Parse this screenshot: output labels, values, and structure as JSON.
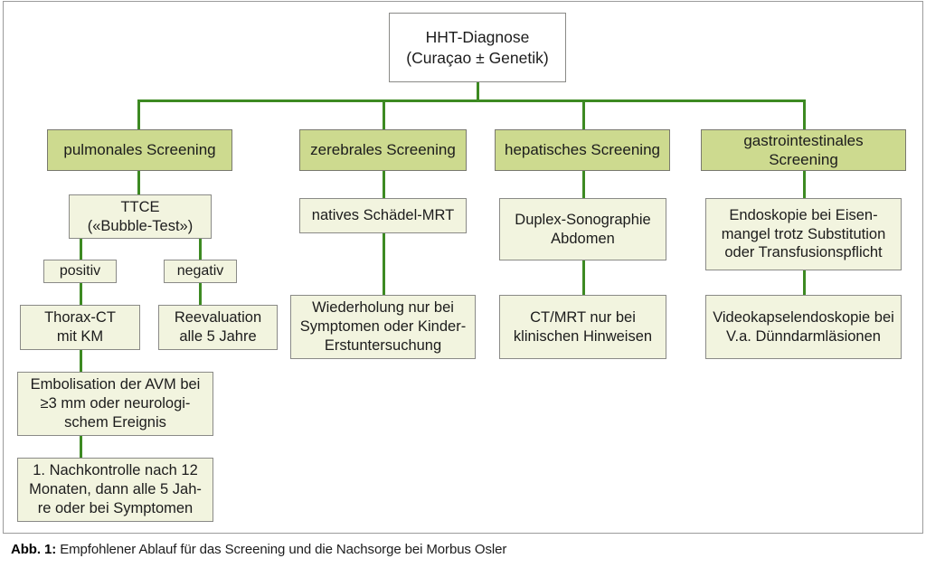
{
  "figure": {
    "caption_label": "Abb. 1:",
    "caption_text": "Empfohlener Ablauf für das Screening und die Nachsorge bei Morbus Osler",
    "colors": {
      "header_fill": "#cdda8f",
      "node_fill": "#f2f4df",
      "connector": "#3d8a22",
      "border": "#8a8a87",
      "frame": "#9b9b9b",
      "background": "#ffffff",
      "text": "#1c1c1c"
    }
  },
  "diagram": {
    "type": "flowchart",
    "root": {
      "id": "hht-diagnose",
      "label": "HHT-Diagnose\n(Curaçao ± Genetik)"
    },
    "branches": [
      {
        "id": "pulmonales-screening",
        "header": "pulmonales Screening",
        "nodes": [
          {
            "id": "ttce",
            "label": "TTCE\n(«Bubble-Test»)"
          },
          {
            "id": "positiv",
            "label": "positiv"
          },
          {
            "id": "negativ",
            "label": "negativ"
          },
          {
            "id": "thorax-ct",
            "label": "Thorax-CT\nmit KM"
          },
          {
            "id": "reevaluation",
            "label": "Reevaluation\nalle 5 Jahre"
          },
          {
            "id": "embolisation",
            "label": "Embolisation der AVM bei\n≥3 mm oder neurologi-\nschem Ereignis"
          },
          {
            "id": "nachkontrolle",
            "label": "1. Nachkontrolle nach 12\nMonaten, dann alle 5 Jah-\nre oder bei Symptomen"
          }
        ]
      },
      {
        "id": "zerebrales-screening",
        "header": "zerebrales Screening",
        "nodes": [
          {
            "id": "schaedel-mrt",
            "label": "natives Schädel-MRT"
          },
          {
            "id": "wiederholung",
            "label": "Wiederholung nur bei\nSymptomen oder Kinder-\nErstuntersuchung"
          }
        ]
      },
      {
        "id": "hepatisches-screening",
        "header": "hepatisches Screening",
        "nodes": [
          {
            "id": "duplex-sono",
            "label": "Duplex-Sonographie\nAbdomen"
          },
          {
            "id": "ct-mrt-klinisch",
            "label": "CT/MRT nur bei\nklinischen Hinweisen"
          }
        ]
      },
      {
        "id": "gastrointestinales-screening",
        "header": "gastrointestinales Screening",
        "nodes": [
          {
            "id": "endoskopie",
            "label": "Endoskopie bei Eisen-\nmangel trotz Substitution\noder Transfusionspflicht"
          },
          {
            "id": "videokapsel",
            "label": "Videokapselendoskopie bei\nV.a. Dünndarmläsionen"
          }
        ]
      }
    ]
  }
}
